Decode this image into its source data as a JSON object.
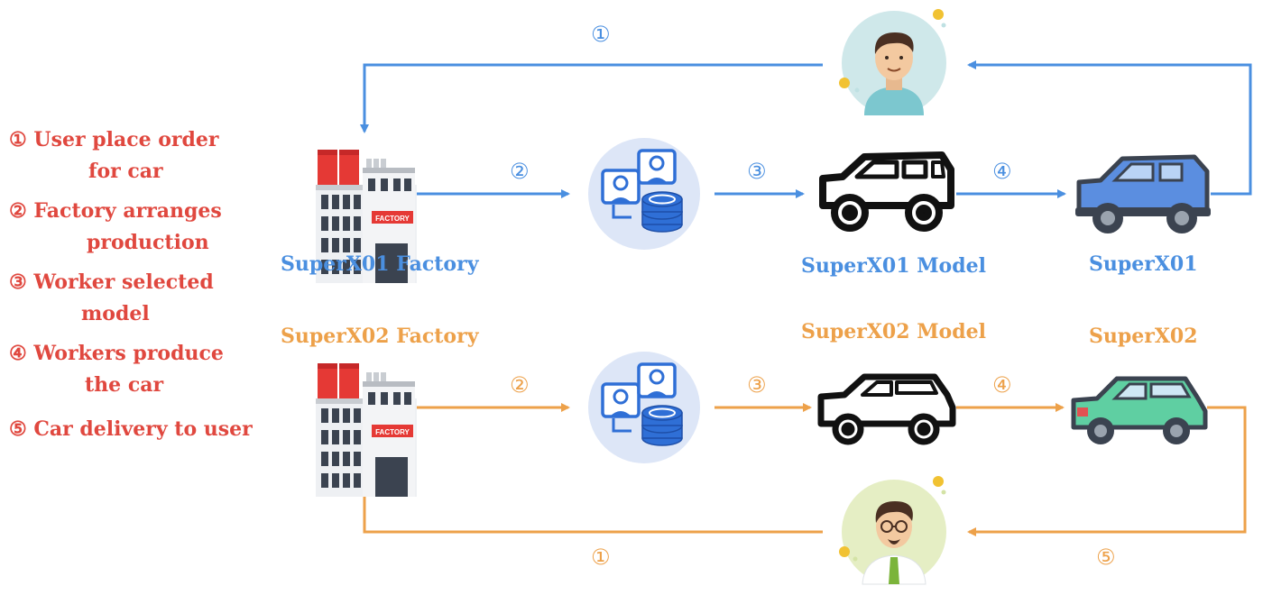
{
  "legend": {
    "items": [
      {
        "line1": "① User place order",
        "line2": "for car"
      },
      {
        "line1": "② Factory arranges",
        "line2": "production"
      },
      {
        "line1": "③ Worker selected",
        "line2": "model"
      },
      {
        "line1": "④ Workers produce",
        "line2": "the car"
      },
      {
        "line1": "⑤ Car delivery to user",
        "line2": ""
      }
    ]
  },
  "flow1": {
    "factory_label": "SuperX01 Factory",
    "model_label": "SuperX01 Model",
    "car_label": "SuperX01",
    "steps": {
      "s1": "①",
      "s2": "②",
      "s3": "③",
      "s4": "④"
    },
    "color": "#4a8fe0",
    "factory_sign": "FACTORY"
  },
  "flow2": {
    "factory_label": "SuperX02 Factory",
    "model_label": "SuperX02 Model",
    "car_label": "SuperX02",
    "steps": {
      "s1": "①",
      "s2": "②",
      "s3": "③",
      "s4": "④",
      "s5": "⑤"
    },
    "color": "#eda14a",
    "factory_sign": "FACTORY"
  },
  "colors": {
    "legend_red": "#e0483f",
    "blue_car": "#5b8ee0",
    "green_car": "#5fcfa2",
    "worker_blue": "#2f6fd6"
  }
}
